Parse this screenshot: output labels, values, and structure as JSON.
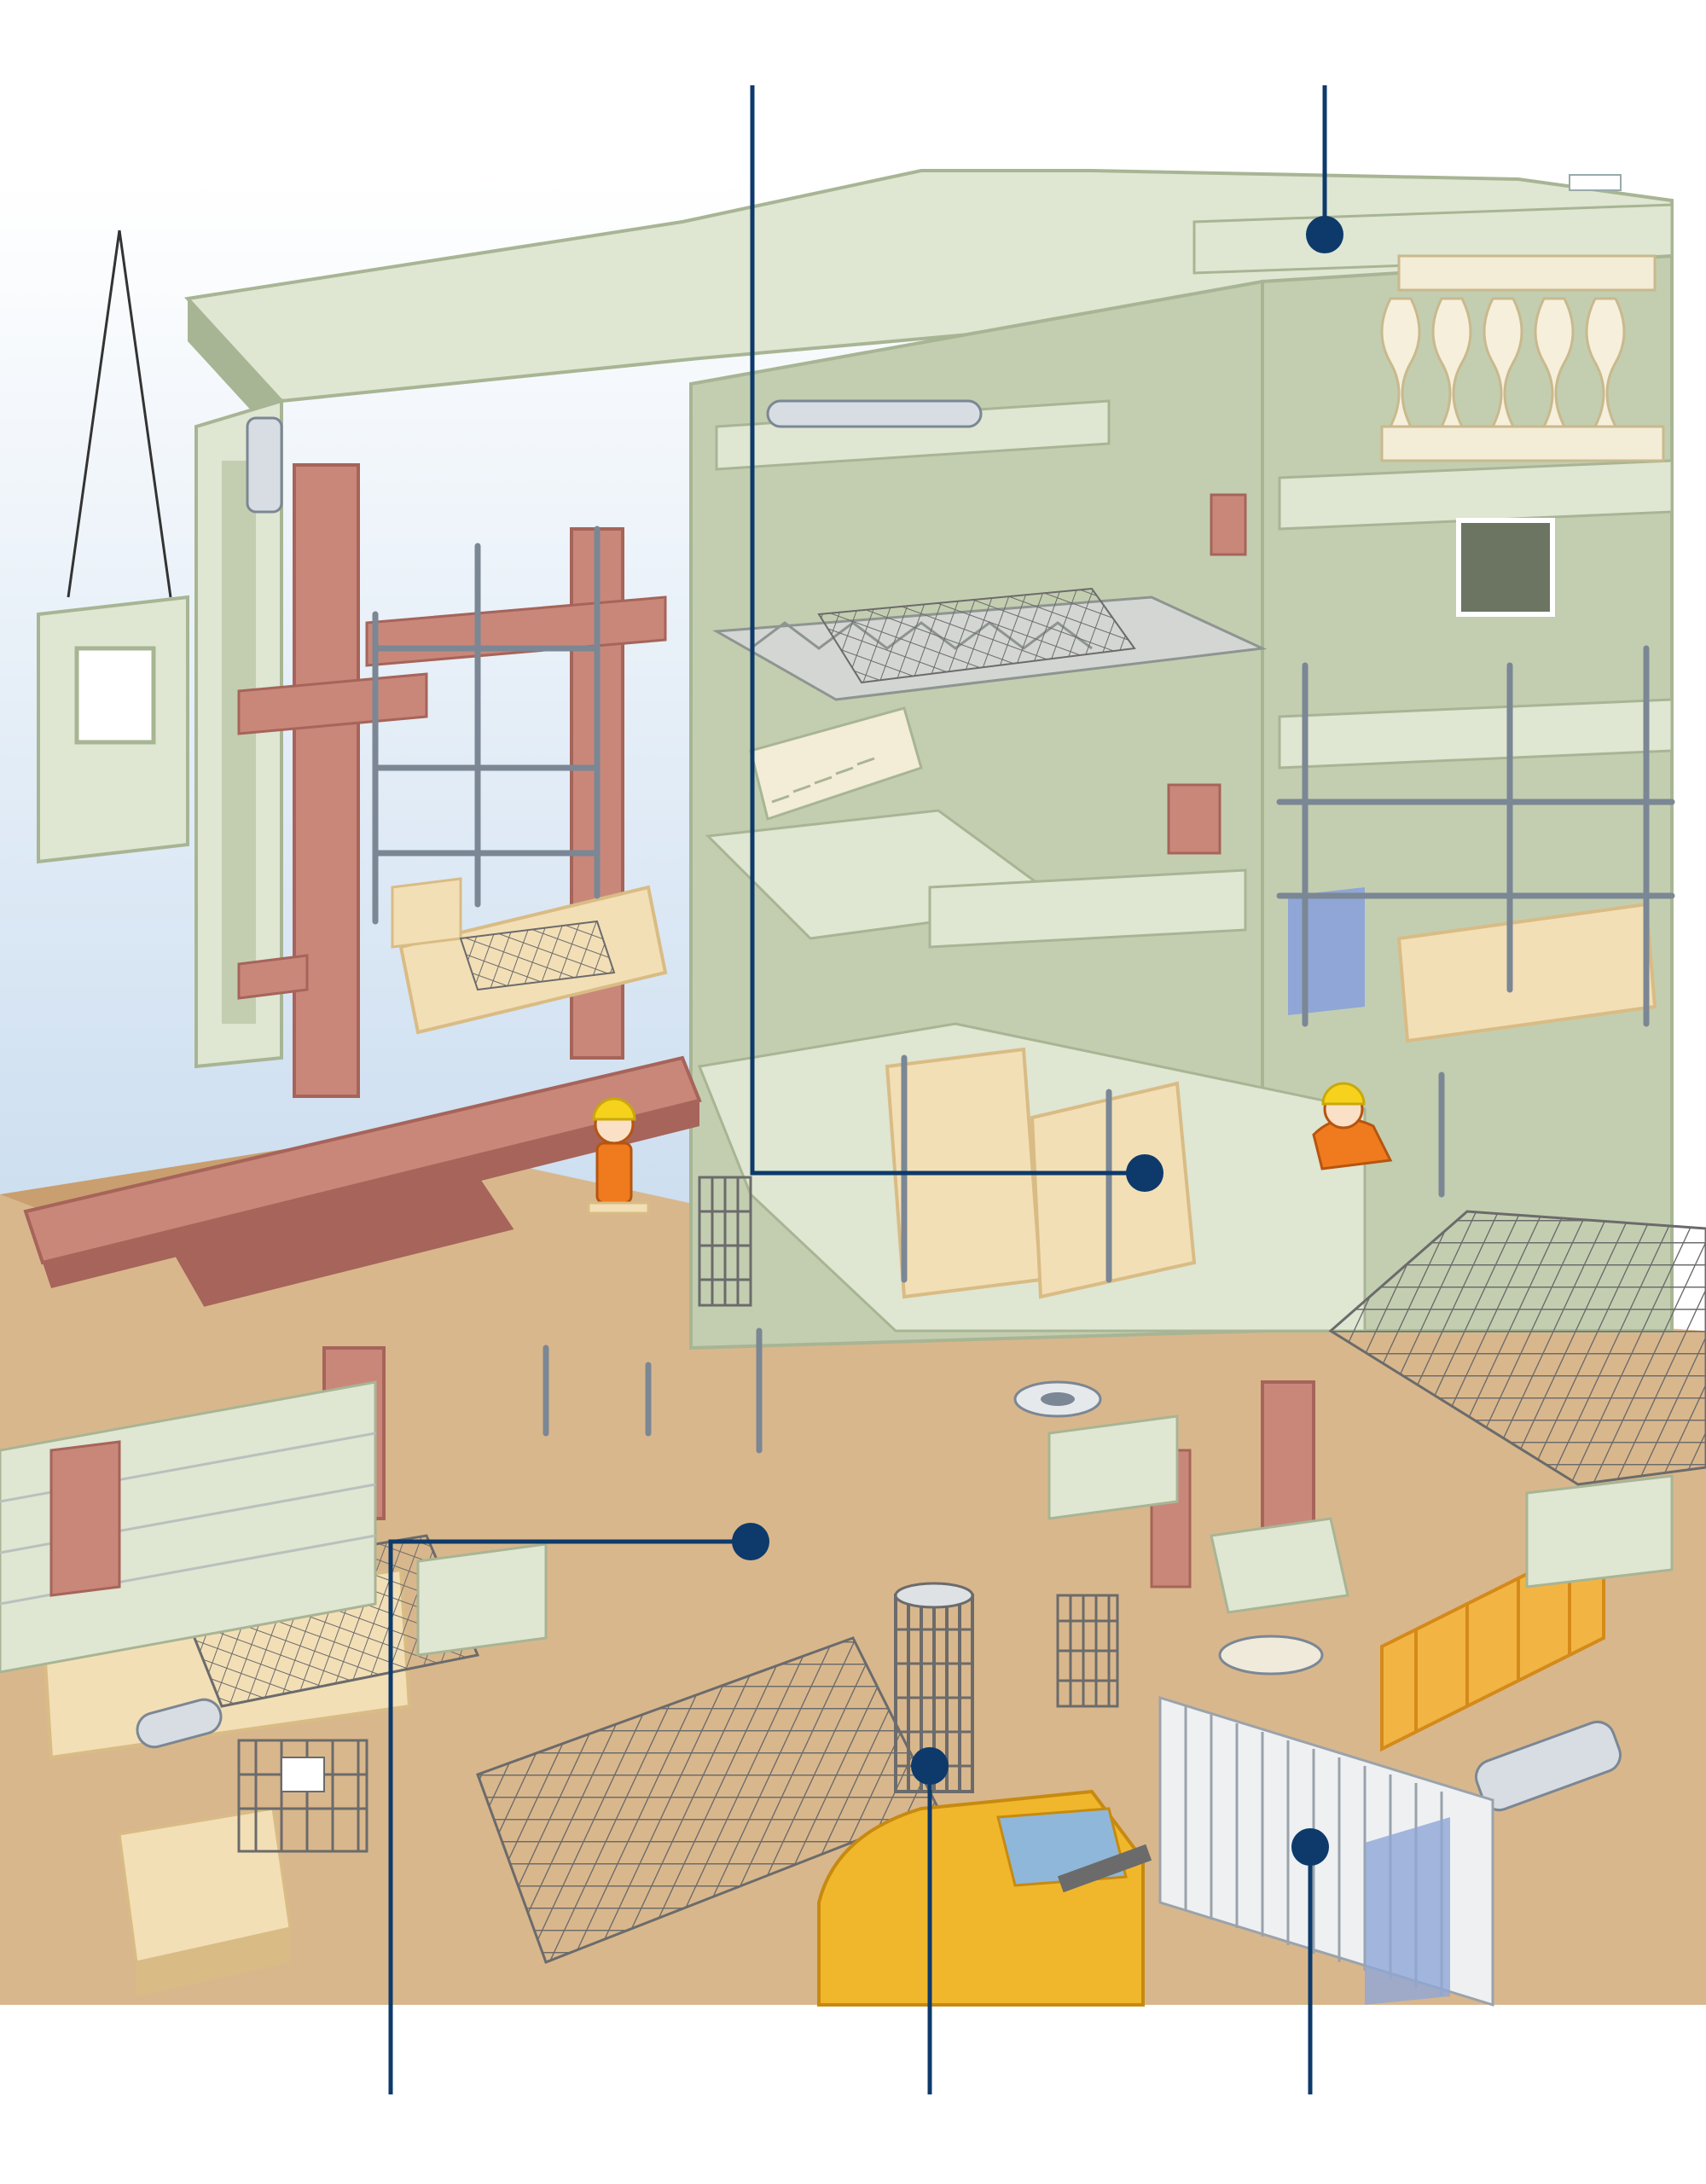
{
  "diagram": {
    "kind": "isometric building construction cutaway illustration",
    "colors": {
      "sky_top": "#ffffff",
      "sky_bottom": "#c9dcef",
      "ground": "#d9b78c",
      "ground_dark": "#c99f6f",
      "concrete": "#dfe6d2",
      "concrete_wall": "#c3ceb0",
      "concrete_edge": "#a8b594",
      "steel_beam": "#c9877a",
      "steel_beam_dark": "#a6645a",
      "timber": "#f3dfb6",
      "timber_dark": "#d9bc85",
      "rebar": "#6b6b6b",
      "pipe": "#d8dde3",
      "pipe_line": "#7b8794",
      "callout": "#0d3a6b",
      "excavator": "#f1b72c",
      "worker": "#f07a1e",
      "helmet": "#f7d21c",
      "blue_panel": "#8fa6d6",
      "highlight_pink": "#e9708f"
    },
    "workers": [
      {
        "name": "worker-on-scaffold",
        "suit": "orange",
        "helmet": "yellow"
      },
      {
        "name": "worker-kneeling",
        "suit": "orange",
        "helmet": "yellow"
      }
    ],
    "callouts": [
      {
        "id": "top-center"
      },
      {
        "id": "top-right"
      },
      {
        "id": "bottom-left"
      },
      {
        "id": "bottom-center"
      },
      {
        "id": "bottom-right"
      }
    ]
  }
}
